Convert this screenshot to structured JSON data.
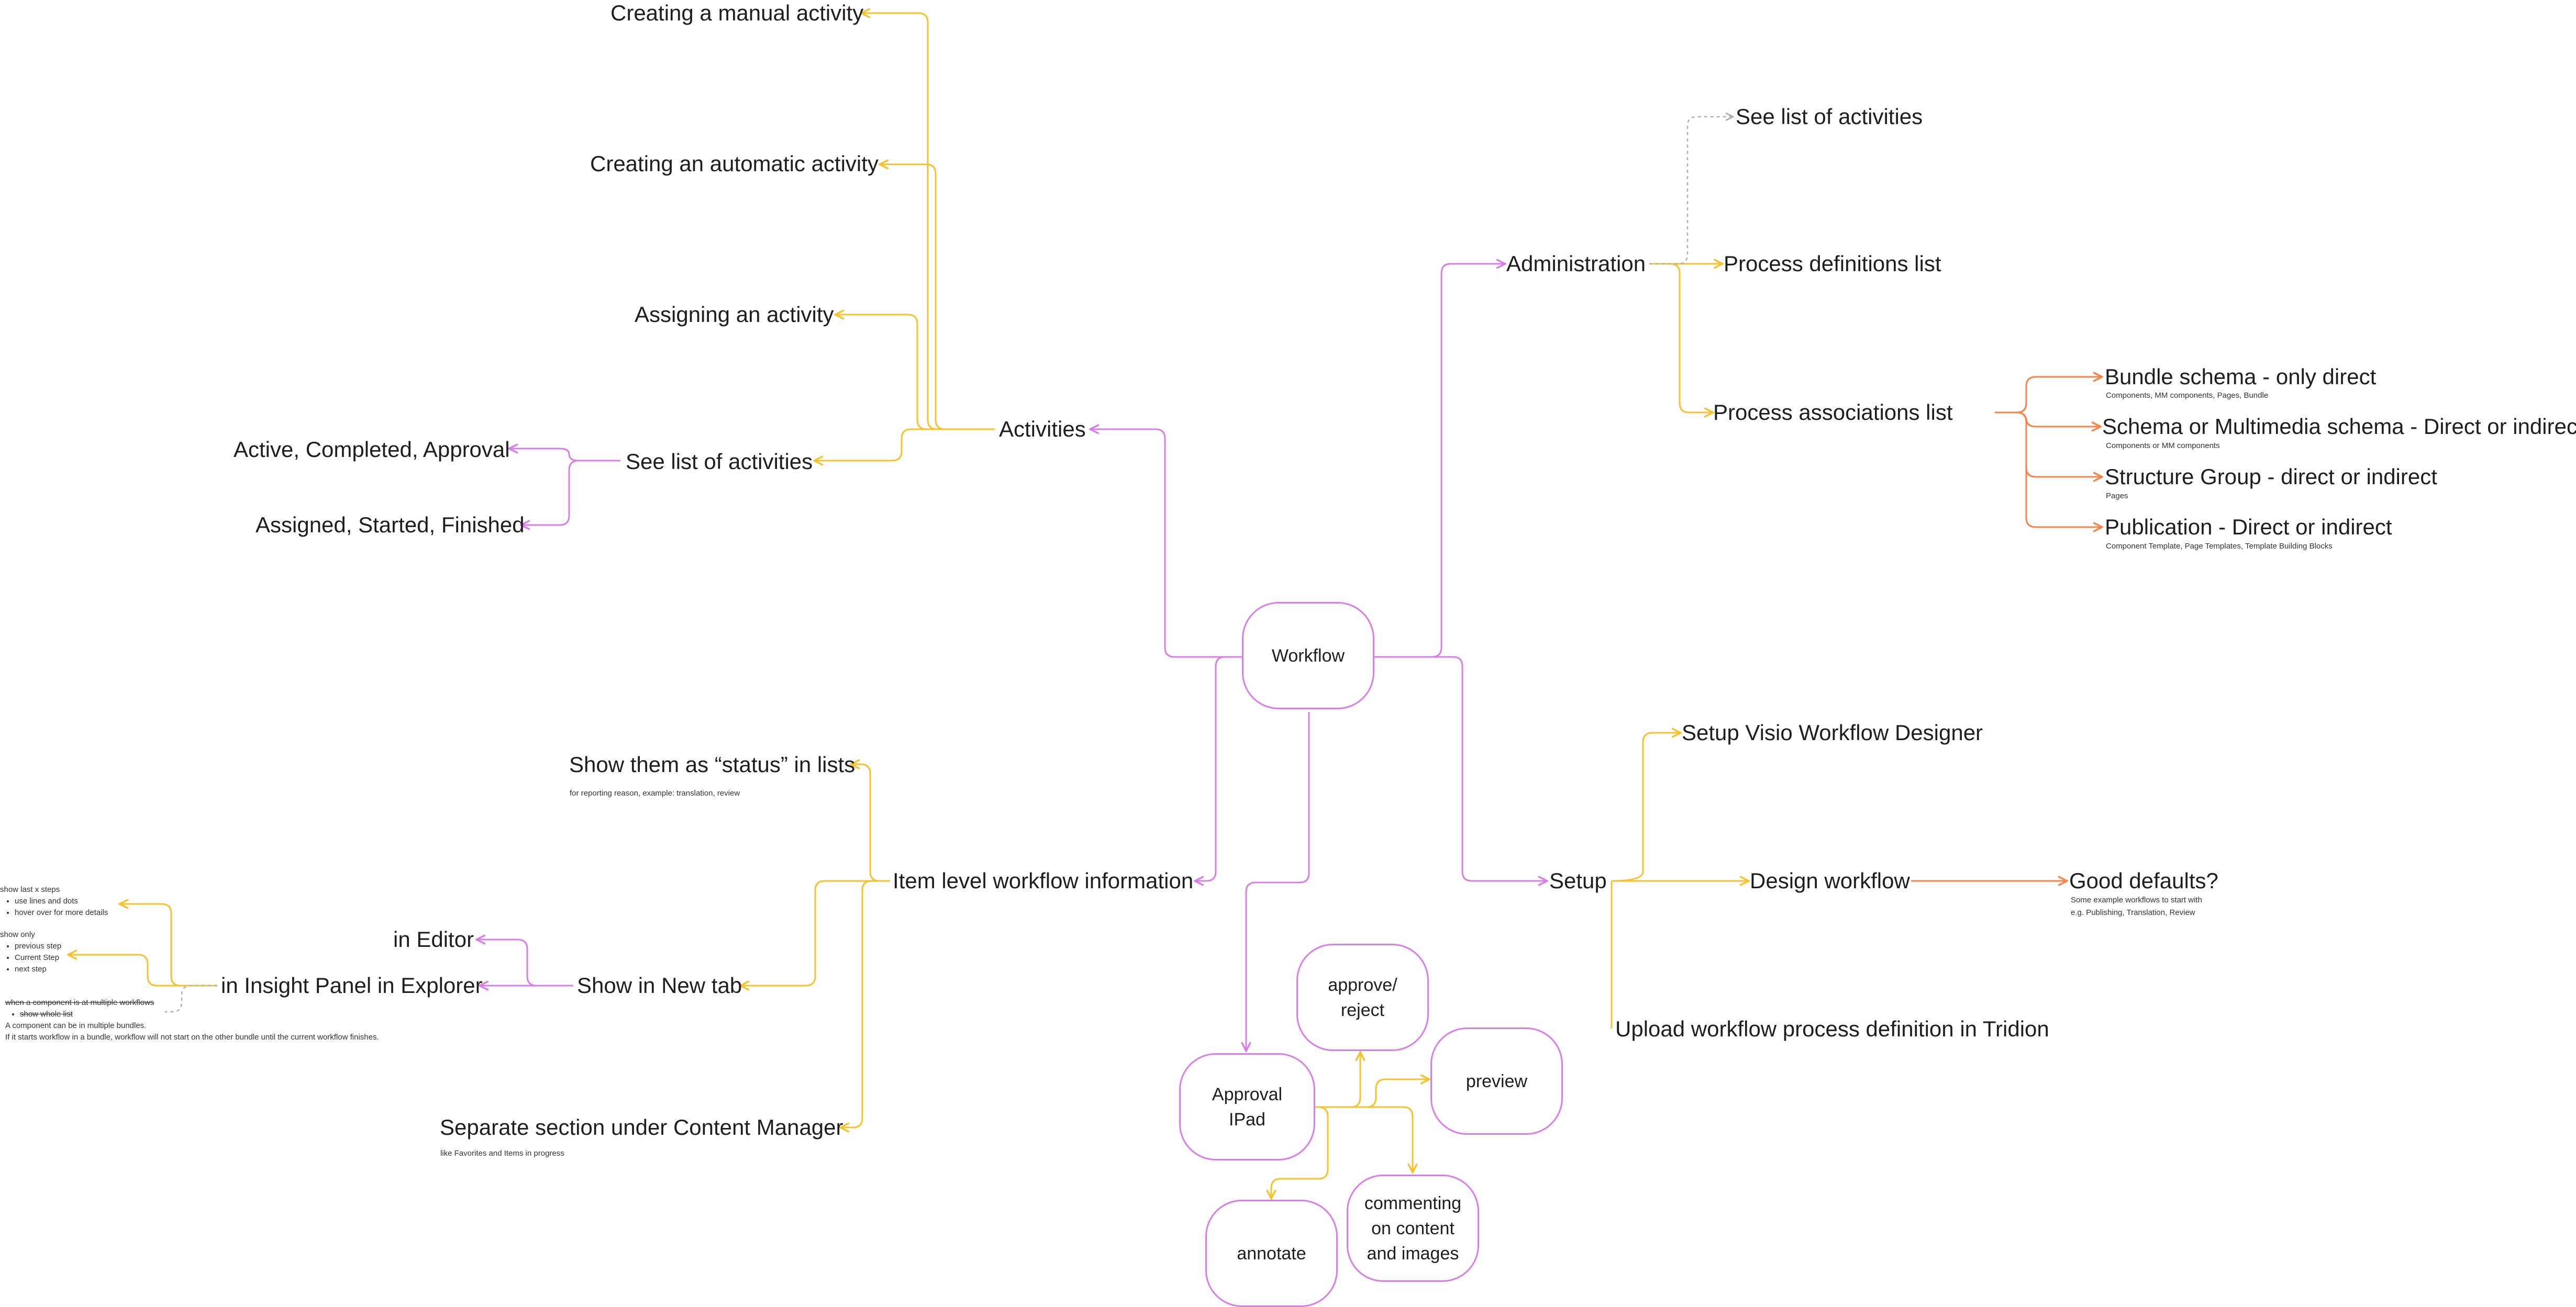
{
  "colors": {
    "center": "#d97ee8",
    "branch_yellow": "#f7c22d",
    "branch_orange": "#f7824a",
    "dashed": "#b0b0b0"
  },
  "center": "Workflow",
  "activities": {
    "label": "Activities",
    "items": [
      "Creating a manual activity",
      "Creating an automatic activity",
      "Assigning an activity",
      "See list of activities"
    ],
    "sub": [
      "Active, Completed, Approval",
      "Assigned, Started, Finished"
    ]
  },
  "administration": {
    "label": "Administration",
    "items": [
      "See list of activities",
      "Process definitions list",
      "Process associations list"
    ],
    "associations": [
      {
        "label": "Bundle schema - only direct",
        "sub": "Components, MM components, Pages, Bundle"
      },
      {
        "label": "Schema or Multimedia schema - Direct or indirect",
        "sub": "Components or MM components"
      },
      {
        "label": "Structure Group - direct or indirect",
        "sub": "Pages"
      },
      {
        "label": "Publication - Direct or indirect",
        "sub": "Component Template, Page Templates, Template Building Blocks"
      }
    ]
  },
  "setup": {
    "label": "Setup",
    "items": [
      "Setup Visio Workflow Designer",
      "Design workflow",
      "Upload workflow process definition in Tridion"
    ],
    "good_defaults": "Good defaults?",
    "good_defaults_note": [
      "Some example workflows to start with",
      "e.g. Publishing, Translation, Review"
    ]
  },
  "item_level": {
    "label": "Item level workflow information",
    "status": "Show them as “status” in lists",
    "status_note": "for reporting reason, example: translation, review",
    "new_tab": "Show in New tab",
    "in_editor": "in Editor",
    "insight": "in Insight Panel in Explorer",
    "separate": "Separate section under Content Manager",
    "separate_note": "like Favorites and Items in progress",
    "note1_title": "show last x steps",
    "note1_items": [
      "use lines and dots",
      "hover over for more details"
    ],
    "note2_title": "show only",
    "note2_items": [
      "previous step",
      "Current Step",
      "next step"
    ],
    "note3_strike": "when a component is at multiple workflows",
    "note3_strike_item": "show whole list",
    "note3_line1": "A component can be in multiple bundles.",
    "note3_line2": "If it starts workflow in a bundle, workflow will not start on the other bundle until the current workflow finishes."
  },
  "approval": {
    "label": "Approval\nIPad",
    "actions": [
      "approve/\nreject",
      "preview",
      "commenting\non content\nand images",
      "annotate"
    ]
  }
}
